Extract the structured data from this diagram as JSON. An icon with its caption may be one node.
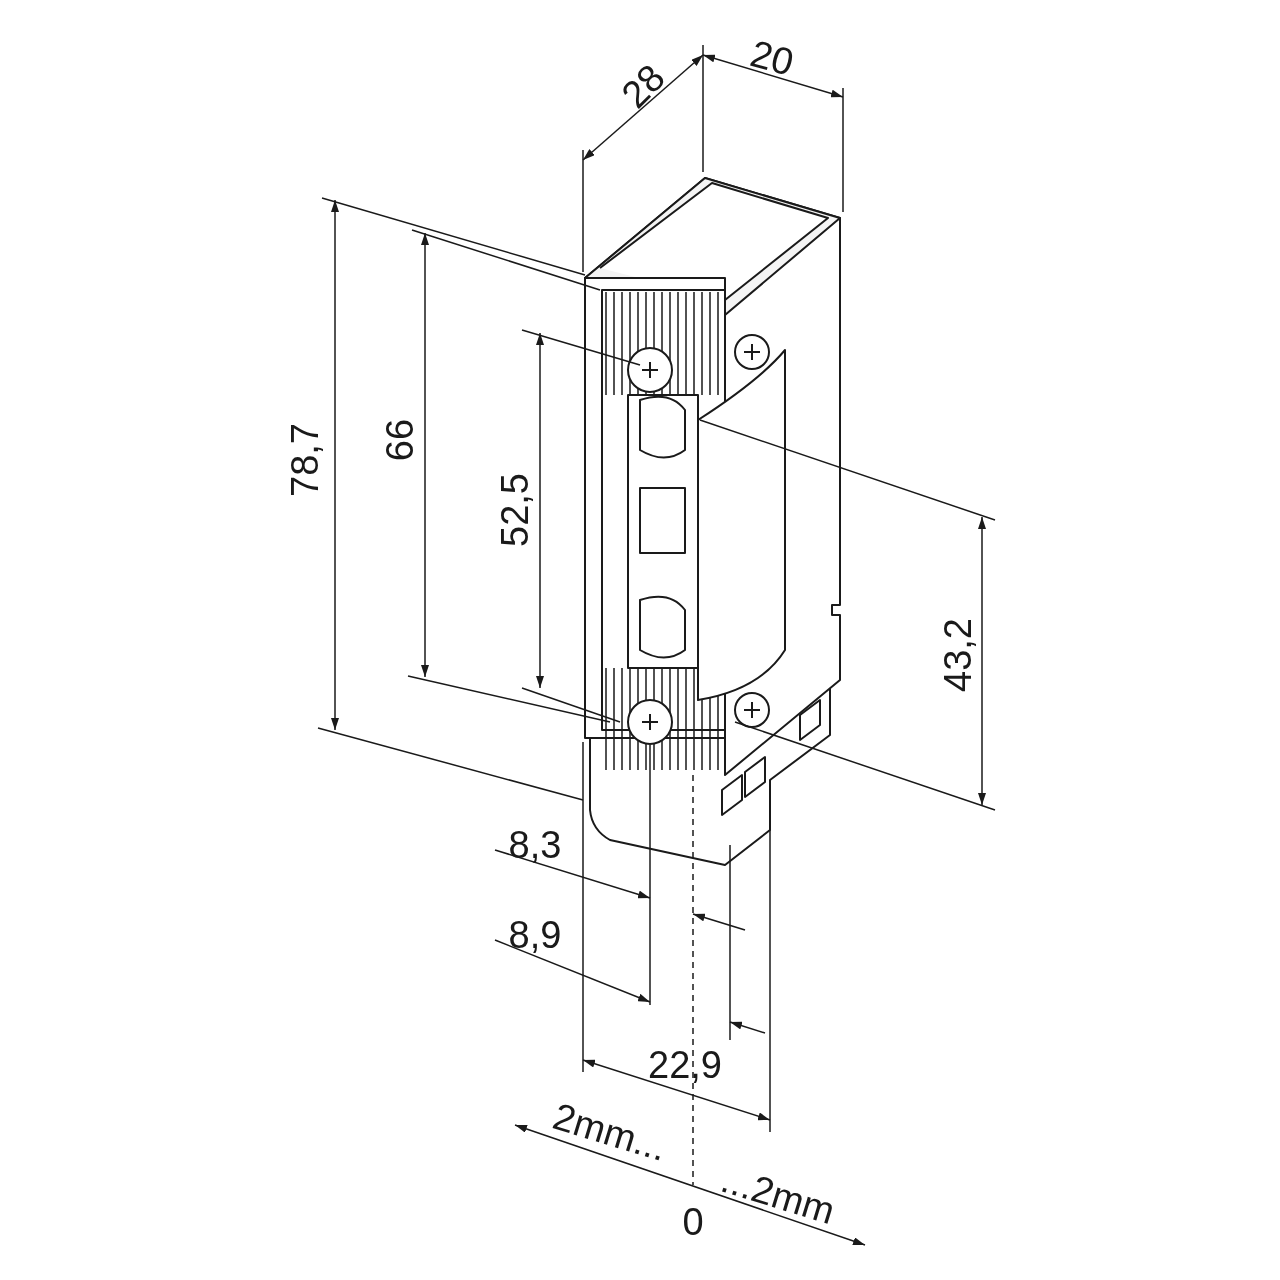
{
  "diagram": {
    "labels": [
      "28",
      "20",
      "78,7",
      "66",
      "52,5",
      "43,2",
      "8,3",
      "8,9",
      "22,9",
      "2mm...",
      "...2mm",
      "0"
    ]
  }
}
